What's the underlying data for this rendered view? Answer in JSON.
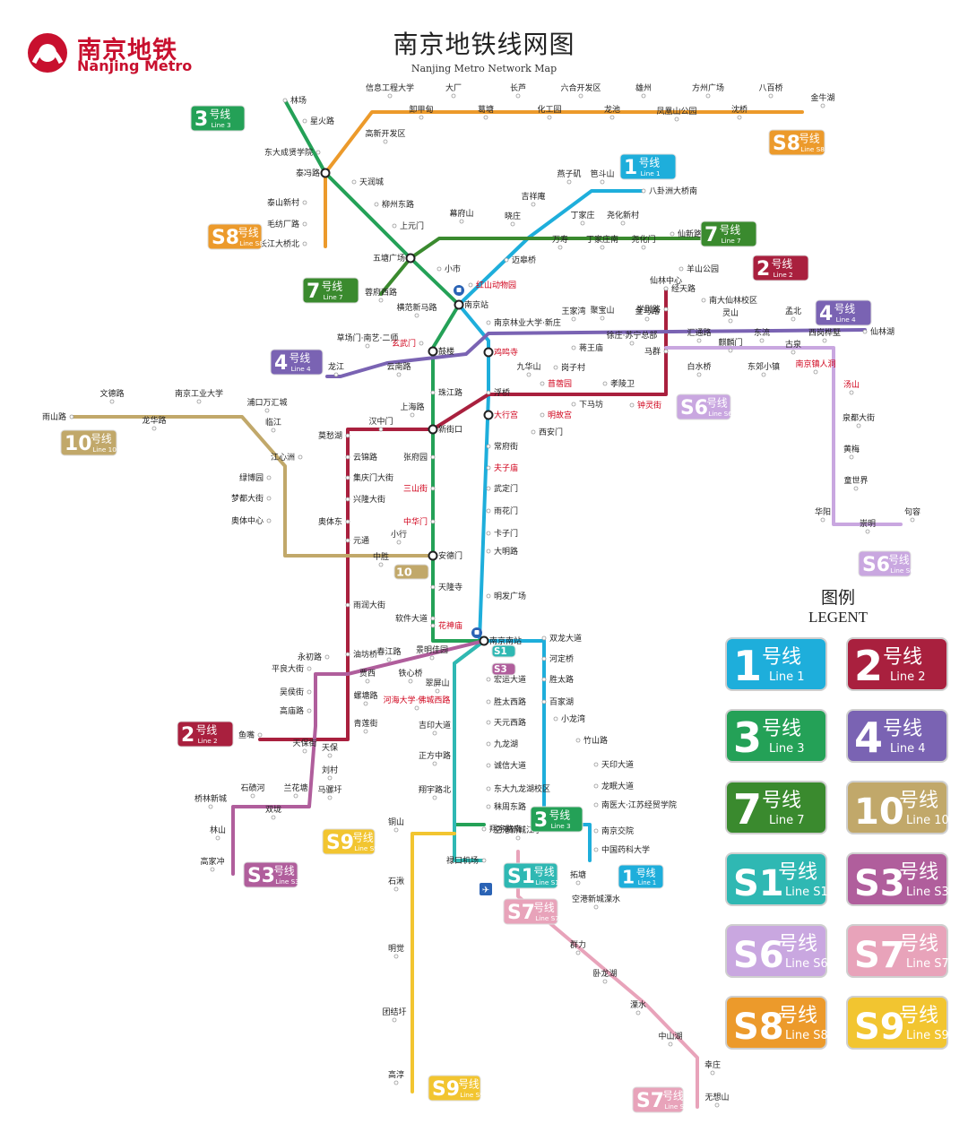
{
  "header": {
    "logo_cn": "南京地铁",
    "logo_en": "Nanjing Metro",
    "title_cn": "南京地铁线网图",
    "title_en": "Nanjing Metro Network Map"
  },
  "legend": {
    "title_cn": "图例",
    "title_en": "LEGENT",
    "items": [
      {
        "num": "1",
        "cn": "号线",
        "en": "Line 1",
        "color": "#1eaedb"
      },
      {
        "num": "2",
        "cn": "号线",
        "en": "Line 2",
        "color": "#a9203e"
      },
      {
        "num": "3",
        "cn": "号线",
        "en": "Line 3",
        "color": "#24a157"
      },
      {
        "num": "4",
        "cn": "号线",
        "en": "Line 4",
        "color": "#7a63b3"
      },
      {
        "num": "7",
        "cn": "号线",
        "en": "Line 7",
        "color": "#3a8a2e"
      },
      {
        "num": "10",
        "cn": "号线",
        "en": "Line 10",
        "color": "#c1a86a"
      },
      {
        "num": "S1",
        "cn": "号线",
        "en": "Line S1",
        "color": "#2fb8b3"
      },
      {
        "num": "S3",
        "cn": "号线",
        "en": "Line S3",
        "color": "#b05e9c"
      },
      {
        "num": "S6",
        "cn": "号线",
        "en": "Line S6",
        "color": "#c9a7e0"
      },
      {
        "num": "S7",
        "cn": "号线",
        "en": "Line S7",
        "color": "#e8a3ba"
      },
      {
        "num": "S8",
        "cn": "号线",
        "en": "Line S8",
        "color": "#ec9a2b"
      },
      {
        "num": "S9",
        "cn": "号线",
        "en": "Line S9",
        "color": "#f2c530"
      }
    ]
  },
  "lines": [
    {
      "id": "l1",
      "color": "#1eaedb"
    },
    {
      "id": "l2",
      "color": "#a9203e"
    },
    {
      "id": "l3",
      "color": "#24a157"
    },
    {
      "id": "l4",
      "color": "#7a63b3"
    },
    {
      "id": "l7",
      "color": "#3a8a2e"
    },
    {
      "id": "l10",
      "color": "#c1a86a"
    },
    {
      "id": "s1",
      "color": "#2fb8b3"
    },
    {
      "id": "s3",
      "color": "#b05e9c"
    },
    {
      "id": "s6",
      "color": "#c9a7e0"
    },
    {
      "id": "s7",
      "color": "#e8a3ba"
    },
    {
      "id": "s8",
      "color": "#ec9a2b"
    },
    {
      "id": "s9",
      "color": "#f2c530"
    }
  ],
  "badges": [
    {
      "num": "3",
      "en": "Line 3",
      "color": "#24a157"
    },
    {
      "num": "S8",
      "en": "Line S8",
      "color": "#ec9a2b"
    },
    {
      "num": "1",
      "en": "Line 1",
      "color": "#1eaedb"
    },
    {
      "num": "7",
      "en": "Line 7",
      "color": "#3a8a2e"
    },
    {
      "num": "S8",
      "en": "Line S8",
      "color": "#ec9a2b"
    },
    {
      "num": "7",
      "en": "Line 7",
      "color": "#3a8a2e"
    },
    {
      "num": "2",
      "en": "Line 2",
      "color": "#a9203e"
    },
    {
      "num": "4",
      "en": "Line 4",
      "color": "#7a63b3"
    },
    {
      "num": "4",
      "en": "Line 4",
      "color": "#7a63b3"
    },
    {
      "num": "10",
      "en": "Line 10",
      "color": "#c1a86a"
    },
    {
      "num": "S6",
      "en": "Line S6",
      "color": "#c9a7e0"
    },
    {
      "num": "S6",
      "en": "Line S6",
      "color": "#c9a7e0"
    },
    {
      "num": "10",
      "en": "Line 10",
      "color": "#c1a86a"
    },
    {
      "num": "2",
      "en": "Line 2",
      "color": "#a9203e"
    },
    {
      "num": "S9",
      "en": "Line S9",
      "color": "#f2c530"
    },
    {
      "num": "3",
      "en": "Line 3",
      "color": "#24a157"
    },
    {
      "num": "S3",
      "en": "Line S3",
      "color": "#b05e9c"
    },
    {
      "num": "S1",
      "en": "Line S1",
      "color": "#2fb8b3"
    },
    {
      "num": "1",
      "en": "Line 1",
      "color": "#1eaedb"
    },
    {
      "num": "S7",
      "en": "Line S7",
      "color": "#e8a3ba"
    },
    {
      "num": "S9",
      "en": "Line S9",
      "color": "#f2c530"
    },
    {
      "num": "S7",
      "en": "Line S7",
      "color": "#e8a3ba"
    },
    {
      "num": "S1",
      "en": "Line S1",
      "color": "#2fb8b3"
    },
    {
      "num": "S3",
      "en": "Line S3",
      "color": "#b05e9c"
    }
  ],
  "stations": [
    {
      "name": "林场"
    },
    {
      "name": "星火路"
    },
    {
      "name": "东大成贤学院"
    },
    {
      "name": "泰冯路"
    },
    {
      "name": "天润城"
    },
    {
      "name": "柳州东路"
    },
    {
      "name": "上元门"
    },
    {
      "name": "五塘广场"
    },
    {
      "name": "小市"
    },
    {
      "name": "南京站"
    },
    {
      "name": "南京林业大学·新庄"
    },
    {
      "name": "鸡鸣寺",
      "red": true
    },
    {
      "name": "浮桥"
    },
    {
      "name": "大行宫",
      "red": true
    },
    {
      "name": "常府街"
    },
    {
      "name": "夫子庙",
      "red": true
    },
    {
      "name": "武定门"
    },
    {
      "name": "雨花门"
    },
    {
      "name": "卡子门"
    },
    {
      "name": "大明路"
    },
    {
      "name": "明发广场"
    },
    {
      "name": "南京南站"
    },
    {
      "name": "宏运大道"
    },
    {
      "name": "胜太西路"
    },
    {
      "name": "天元西路"
    },
    {
      "name": "九龙湖"
    },
    {
      "name": "诚信大道"
    },
    {
      "name": "东大九龙湖校区"
    },
    {
      "name": "秣周东路"
    },
    {
      "name": "迈皋桥"
    },
    {
      "name": "红山动物园",
      "red": true
    },
    {
      "name": "玄武门",
      "red": true
    },
    {
      "name": "鼓楼"
    },
    {
      "name": "珠江路"
    },
    {
      "name": "新街口"
    },
    {
      "name": "张府园"
    },
    {
      "name": "三山街",
      "red": true
    },
    {
      "name": "中华门",
      "red": true
    },
    {
      "name": "安德门"
    },
    {
      "name": "天隆寺"
    },
    {
      "name": "软件大道"
    },
    {
      "name": "花神庙",
      "red": true
    },
    {
      "name": "双龙大道"
    },
    {
      "name": "河定桥"
    },
    {
      "name": "胜太路"
    },
    {
      "name": "百家湖"
    },
    {
      "name": "小龙湾"
    },
    {
      "name": "竹山路"
    },
    {
      "name": "天印大道"
    },
    {
      "name": "龙眠大道"
    },
    {
      "name": "南医大·江苏经贸学院"
    },
    {
      "name": "南京交院"
    },
    {
      "name": "中国药科大学"
    },
    {
      "name": "八卦洲大桥南"
    },
    {
      "name": "经天路"
    },
    {
      "name": "仙林中心"
    },
    {
      "name": "羊山公园"
    },
    {
      "name": "南大仙林校区"
    },
    {
      "name": "学则路"
    },
    {
      "name": "金马路"
    },
    {
      "name": "聚宝山"
    },
    {
      "name": "王家湾"
    },
    {
      "name": "蒋王庙"
    },
    {
      "name": "岗子村"
    },
    {
      "name": "九华山"
    },
    {
      "name": "下马坊"
    },
    {
      "name": "孝陵卫"
    },
    {
      "name": "钟灵街",
      "red": true
    },
    {
      "name": "马群"
    },
    {
      "name": "苜蓿园",
      "red": true
    },
    {
      "name": "明故宫",
      "red": true
    },
    {
      "name": "西安门"
    },
    {
      "name": "汉中门"
    },
    {
      "name": "上海路"
    },
    {
      "name": "莫愁湖"
    },
    {
      "name": "云锦路"
    },
    {
      "name": "集庆门大街"
    },
    {
      "name": "兴隆大街"
    },
    {
      "name": "奥体东"
    },
    {
      "name": "元通"
    },
    {
      "name": "雨润大街"
    },
    {
      "name": "油坊桥"
    },
    {
      "name": "永初路"
    },
    {
      "name": "平良大街"
    },
    {
      "name": "吴侯街"
    },
    {
      "name": "高庙路"
    },
    {
      "name": "天保街"
    },
    {
      "name": "鱼嘴"
    },
    {
      "name": "仙林湖"
    },
    {
      "name": "孟北"
    },
    {
      "name": "西岗桦墅"
    },
    {
      "name": "灵山"
    },
    {
      "name": "东流"
    },
    {
      "name": "汇通路"
    },
    {
      "name": "徐庄·苏宁总部"
    },
    {
      "name": "云南路"
    },
    {
      "name": "草场门·南艺·二师"
    },
    {
      "name": "龙江"
    },
    {
      "name": "幕府山"
    },
    {
      "name": "晓庄"
    },
    {
      "name": "吉祥庵"
    },
    {
      "name": "燕子矶"
    },
    {
      "name": "笆斗山"
    },
    {
      "name": "丁家庄"
    },
    {
      "name": "尧化新村"
    },
    {
      "name": "仙新路"
    },
    {
      "name": "万寿"
    },
    {
      "name": "丁家庄南"
    },
    {
      "name": "尧化门"
    },
    {
      "name": "横范新马路"
    },
    {
      "name": "蓉府西路"
    },
    {
      "name": "雨山路"
    },
    {
      "name": "文德路"
    },
    {
      "name": "龙华路"
    },
    {
      "name": "南京工业大学"
    },
    {
      "name": "浦口万汇城"
    },
    {
      "name": "临江"
    },
    {
      "name": "江心洲"
    },
    {
      "name": "绿博园"
    },
    {
      "name": "梦都大街"
    },
    {
      "name": "奥体中心"
    },
    {
      "name": "中胜"
    },
    {
      "name": "小行"
    },
    {
      "name": "翔宇路南"
    },
    {
      "name": "禄口机场"
    },
    {
      "name": "空港新城江宁"
    },
    {
      "name": "翔宇路北"
    },
    {
      "name": "正方中路"
    },
    {
      "name": "吉印大道"
    },
    {
      "name": "河海大学·佛城西路",
      "red": true
    },
    {
      "name": "景明佳园"
    },
    {
      "name": "春江路"
    },
    {
      "name": "铁心桥"
    },
    {
      "name": "贾西"
    },
    {
      "name": "翠屏山"
    },
    {
      "name": "螺塘路"
    },
    {
      "name": "青莲街"
    },
    {
      "name": "天保"
    },
    {
      "name": "刘村"
    },
    {
      "name": "马骡圩"
    },
    {
      "name": "兰花塘"
    },
    {
      "name": "双垅"
    },
    {
      "name": "石碛河"
    },
    {
      "name": "桥林新城"
    },
    {
      "name": "林山"
    },
    {
      "name": "高家冲"
    },
    {
      "name": "东郊小镇"
    },
    {
      "name": "白水桥"
    },
    {
      "name": "麒麟门"
    },
    {
      "name": "古泉"
    },
    {
      "name": "南京镇人洞",
      "red": true
    },
    {
      "name": "汤山",
      "red": true
    },
    {
      "name": "泉都大街"
    },
    {
      "name": "黄梅"
    },
    {
      "name": "童世界"
    },
    {
      "name": "华阳"
    },
    {
      "name": "崇明"
    },
    {
      "name": "句容"
    },
    {
      "name": "拓塘"
    },
    {
      "name": "空港新城溧水"
    },
    {
      "name": "群力"
    },
    {
      "name": "卧龙湖"
    },
    {
      "name": "溧水"
    },
    {
      "name": "中山湖"
    },
    {
      "name": "幸庄"
    },
    {
      "name": "无想山"
    },
    {
      "name": "铜山"
    },
    {
      "name": "石湫"
    },
    {
      "name": "明觉"
    },
    {
      "name": "团结圩"
    },
    {
      "name": "高淳"
    },
    {
      "name": "金牛湖"
    },
    {
      "name": "八百桥"
    },
    {
      "name": "沈桥"
    },
    {
      "name": "方州广场"
    },
    {
      "name": "凤凰山公园"
    },
    {
      "name": "雄州"
    },
    {
      "name": "龙池"
    },
    {
      "name": "六合开发区"
    },
    {
      "name": "化工园"
    },
    {
      "name": "长芦"
    },
    {
      "name": "葛塘"
    },
    {
      "name": "大厂"
    },
    {
      "name": "卸甲甸"
    },
    {
      "name": "信息工程大学"
    },
    {
      "name": "高新开发区"
    },
    {
      "name": "泰山新村"
    },
    {
      "name": "毛纺厂路"
    },
    {
      "name": "长江大桥北"
    }
  ]
}
